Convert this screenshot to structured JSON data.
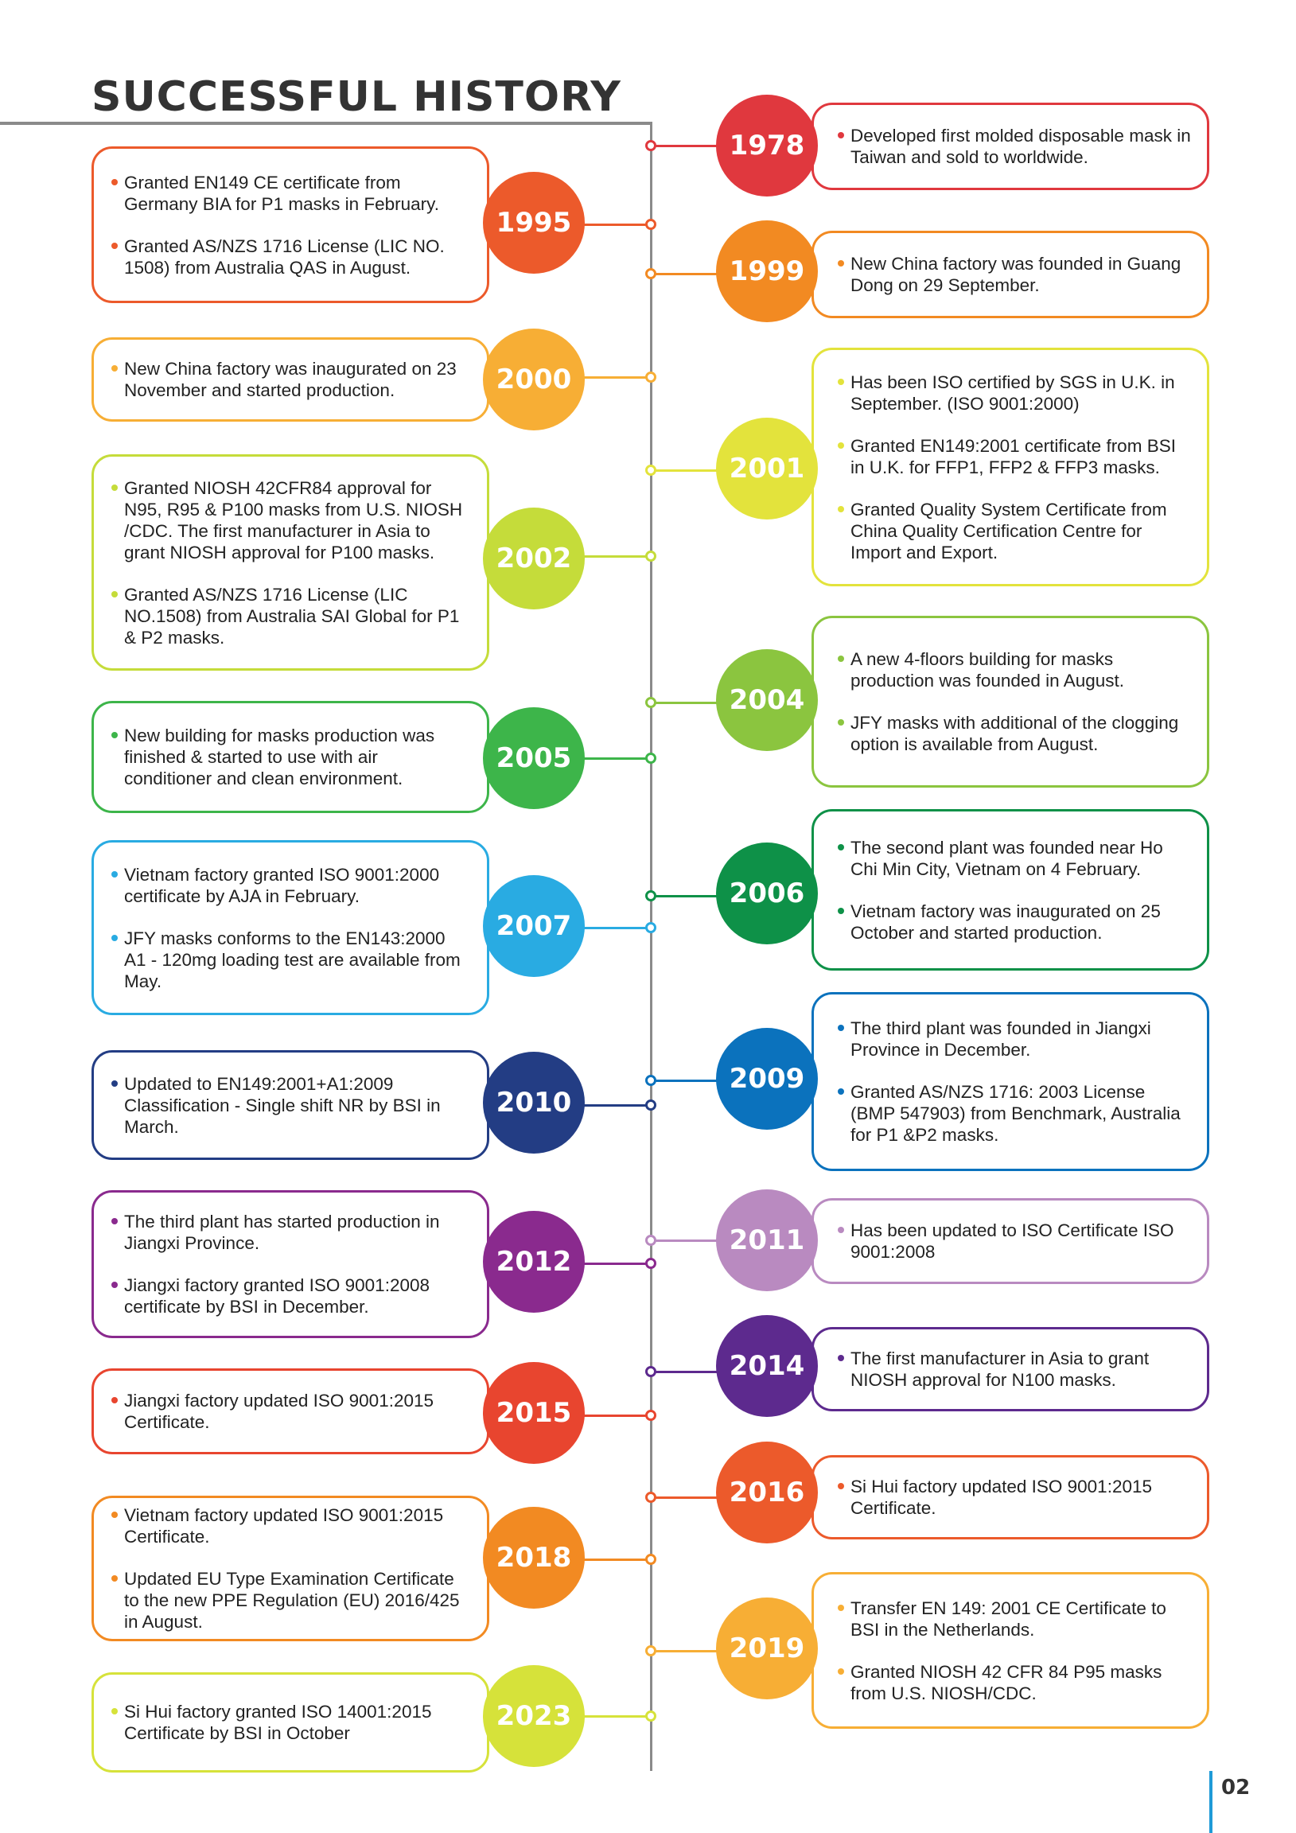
{
  "title": "SUCCESSFUL HISTORY",
  "page_number": "02",
  "events": [
    {
      "side": "right",
      "year": "1978",
      "color": "#e0383e",
      "items": [
        "Developed first molded disposable mask in Taiwan and sold to worldwide."
      ]
    },
    {
      "side": "left",
      "year": "1995",
      "color": "#ec5a2b",
      "items": [
        "Granted EN149 CE certificate from Germany BIA for P1 masks in February.",
        "Granted AS/NZS 1716 License (LIC NO. 1508) from Australia QAS in August."
      ]
    },
    {
      "side": "right",
      "year": "1999",
      "color": "#f28a22",
      "items": [
        "New China factory was founded in Guang Dong on 29 September."
      ]
    },
    {
      "side": "left",
      "year": "2000",
      "color": "#f7ae35",
      "items": [
        "New China factory was inaugurated on 23 November and started production."
      ]
    },
    {
      "side": "right",
      "year": "2001",
      "color": "#e3e33c",
      "items": [
        "Has been ISO certified by SGS in U.K. in September. (ISO 9001:2000)",
        "Granted EN149:2001 certificate from BSI in U.K. for FFP1, FFP2 & FFP3 masks.",
        "Granted Quality System Certificate from China Quality Certification Centre for Import and Export."
      ]
    },
    {
      "side": "left",
      "year": "2002",
      "color": "#c5dc3a",
      "items": [
        "Granted NIOSH 42CFR84 approval for N95, R95 & P100 masks from U.S. NIOSH /CDC. The first manufacturer in Asia to grant NIOSH approval for P100 masks.",
        "Granted AS/NZS 1716 License (LIC NO.1508) from Australia SAI Global for P1 & P2 masks."
      ]
    },
    {
      "side": "right",
      "year": "2004",
      "color": "#8bc53f",
      "items": [
        "A new 4-floors building for masks production was founded in August.",
        "JFY masks with additional of the clogging option is available from August."
      ]
    },
    {
      "side": "left",
      "year": "2005",
      "color": "#3db54a",
      "items": [
        "New building for masks production was finished & started to use with air conditioner and clean environment."
      ]
    },
    {
      "side": "right",
      "year": "2006",
      "color": "#0e9148",
      "items": [
        "The second plant was founded near Ho Chi Min City, Vietnam on 4 February.",
        "Vietnam factory was inaugurated on 25 October and started production."
      ]
    },
    {
      "side": "left",
      "year": "2007",
      "color": "#29abe2",
      "items": [
        "Vietnam factory granted ISO 9001:2000 certificate by AJA in February.",
        "JFY masks conforms to the EN143:2000 A1 - 120mg loading test are available from May."
      ]
    },
    {
      "side": "right",
      "year": "2009",
      "color": "#0b72bd",
      "items": [
        "The third plant was founded in Jiangxi Province in December.",
        "Granted AS/NZS 1716: 2003 License (BMP 547903) from Benchmark, Australia for P1 &P2 masks."
      ]
    },
    {
      "side": "left",
      "year": "2010",
      "color": "#233d84",
      "items": [
        "Updated to EN149:2001+A1:2009 Classification - Single shift NR by BSI in March."
      ]
    },
    {
      "side": "right",
      "year": "2011",
      "color": "#b98ac0",
      "items": [
        "Has been updated to ISO Certificate ISO 9001:2008"
      ]
    },
    {
      "side": "left",
      "year": "2012",
      "color": "#8a2a8e",
      "items": [
        "The third plant has started production in Jiangxi Province.",
        "Jiangxi factory granted ISO 9001:2008 certificate by BSI in December."
      ]
    },
    {
      "side": "right",
      "year": "2014",
      "color": "#5d2a8e",
      "items": [
        "The first manufacturer in Asia to grant NIOSH approval for N100 masks."
      ]
    },
    {
      "side": "left",
      "year": "2015",
      "color": "#e8452f",
      "items": [
        "Jiangxi factory updated ISO 9001:2015 Certificate."
      ]
    },
    {
      "side": "right",
      "year": "2016",
      "color": "#ec5a2b",
      "items": [
        "Si Hui factory updated ISO 9001:2015 Certificate."
      ]
    },
    {
      "side": "left",
      "year": "2018",
      "color": "#f28a22",
      "items": [
        "Vietnam factory updated ISO 9001:2015 Certificate.",
        "Updated EU Type Examination Certificate to the new PPE Regulation (EU) 2016/425 in August."
      ]
    },
    {
      "side": "right",
      "year": "2019",
      "color": "#f7ae35",
      "items": [
        "Transfer EN 149: 2001 CE Certificate to BSI in the Netherlands.",
        "Granted NIOSH 42 CFR 84 P95 masks from U.S. NIOSH/CDC."
      ]
    },
    {
      "side": "left",
      "year": "2023",
      "color": "#d6e23a",
      "items": [
        "Si Hui factory granted ISO 14001:2015 Certificate by BSI in October"
      ]
    }
  ]
}
